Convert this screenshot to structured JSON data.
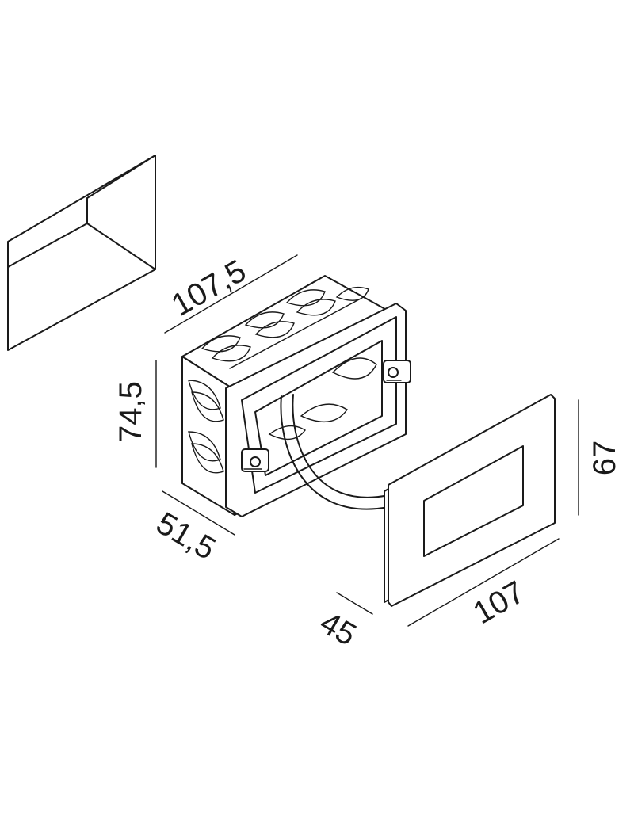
{
  "dimensions": {
    "box_width": "107,5",
    "box_height": "74,5",
    "box_depth": "51,5",
    "plate_height": "67",
    "plate_width": "107",
    "plate_depth": "45"
  },
  "colors": {
    "line": "#1a1a1a",
    "background": "#ffffff"
  },
  "icons": [
    "recessed-niche-icon",
    "junction-box",
    "cable",
    "faceplate"
  ]
}
